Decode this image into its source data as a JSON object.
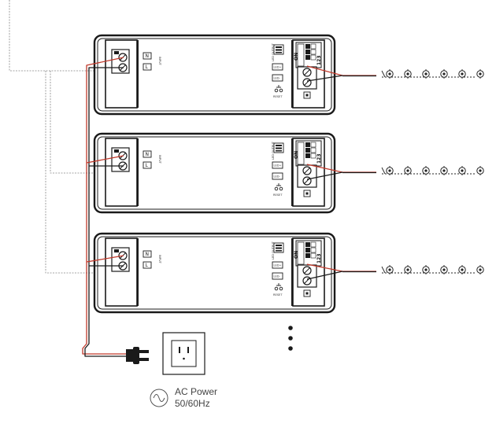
{
  "power": {
    "label_line1": "AC Power",
    "label_line2": "50/60Hz",
    "icon": "ac-sine-icon",
    "socket_icon": "wall-outlet-icon",
    "plug_icon": "power-plug-icon"
  },
  "driver": {
    "input_pin_n": "N",
    "input_pin_l": "L",
    "input_label": "INPUT",
    "output_label": "LED OUTPUT",
    "led_plus": "LED+",
    "led_minus": "LED-",
    "reset_label": "RESET",
    "dip_on": "ON",
    "dip_numbers": "123"
  },
  "wire_colors": {
    "live": "#c0392b",
    "neutral": "#1a1a1a",
    "dashed": "#888888"
  },
  "units": [
    {
      "id": "driver-1"
    },
    {
      "id": "driver-2"
    },
    {
      "id": "driver-3"
    }
  ],
  "continuation_icon": "more-dots-icon"
}
